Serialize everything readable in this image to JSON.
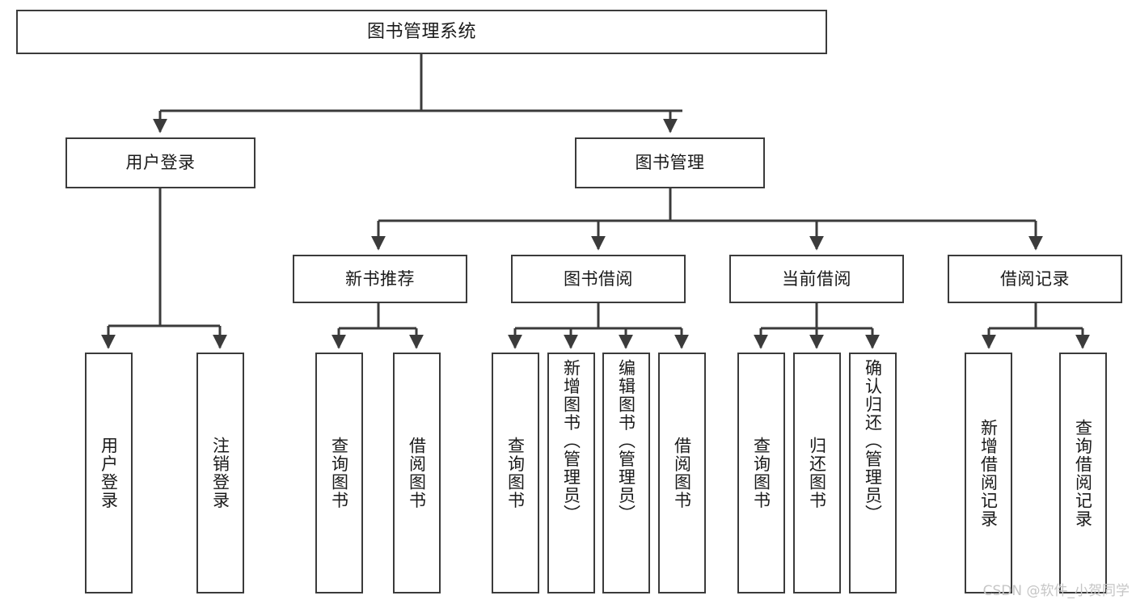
{
  "diagram": {
    "title": "图书管理系统",
    "watermark": "CSDN @软件_小贺同学",
    "style": {
      "border_color": "#3b3b3b",
      "fill_color": "#ffffff",
      "text_color": "#1a1a1a",
      "edge_color": "#3b3b3b",
      "watermark_color": "#c6c6c6"
    },
    "nodes": {
      "root": {
        "label": "图书管理系统"
      },
      "level2": [
        {
          "label": "用户登录"
        },
        {
          "label": "图书管理"
        }
      ],
      "level3": [
        {
          "label": "新书推荐"
        },
        {
          "label": "图书借阅"
        },
        {
          "label": "当前借阅"
        },
        {
          "label": "借阅记录"
        }
      ],
      "leaves": {
        "user_login": [
          {
            "label": "用户登录"
          },
          {
            "label": "注销登录"
          }
        ],
        "new_book_recommend": [
          {
            "label": "查询图书"
          },
          {
            "label": "借阅图书"
          }
        ],
        "book_borrow": [
          {
            "label": "查询图书"
          },
          {
            "label": "新增图书（管理员）"
          },
          {
            "label": "编辑图书（管理员）"
          },
          {
            "label": "借阅图书"
          }
        ],
        "current_borrow": [
          {
            "label": "查询图书"
          },
          {
            "label": "归还图书"
          },
          {
            "label": "确认归还（管理员）"
          }
        ],
        "borrow_record": [
          {
            "label": "新增借阅记录"
          },
          {
            "label": "查询借阅记录"
          }
        ]
      }
    }
  }
}
